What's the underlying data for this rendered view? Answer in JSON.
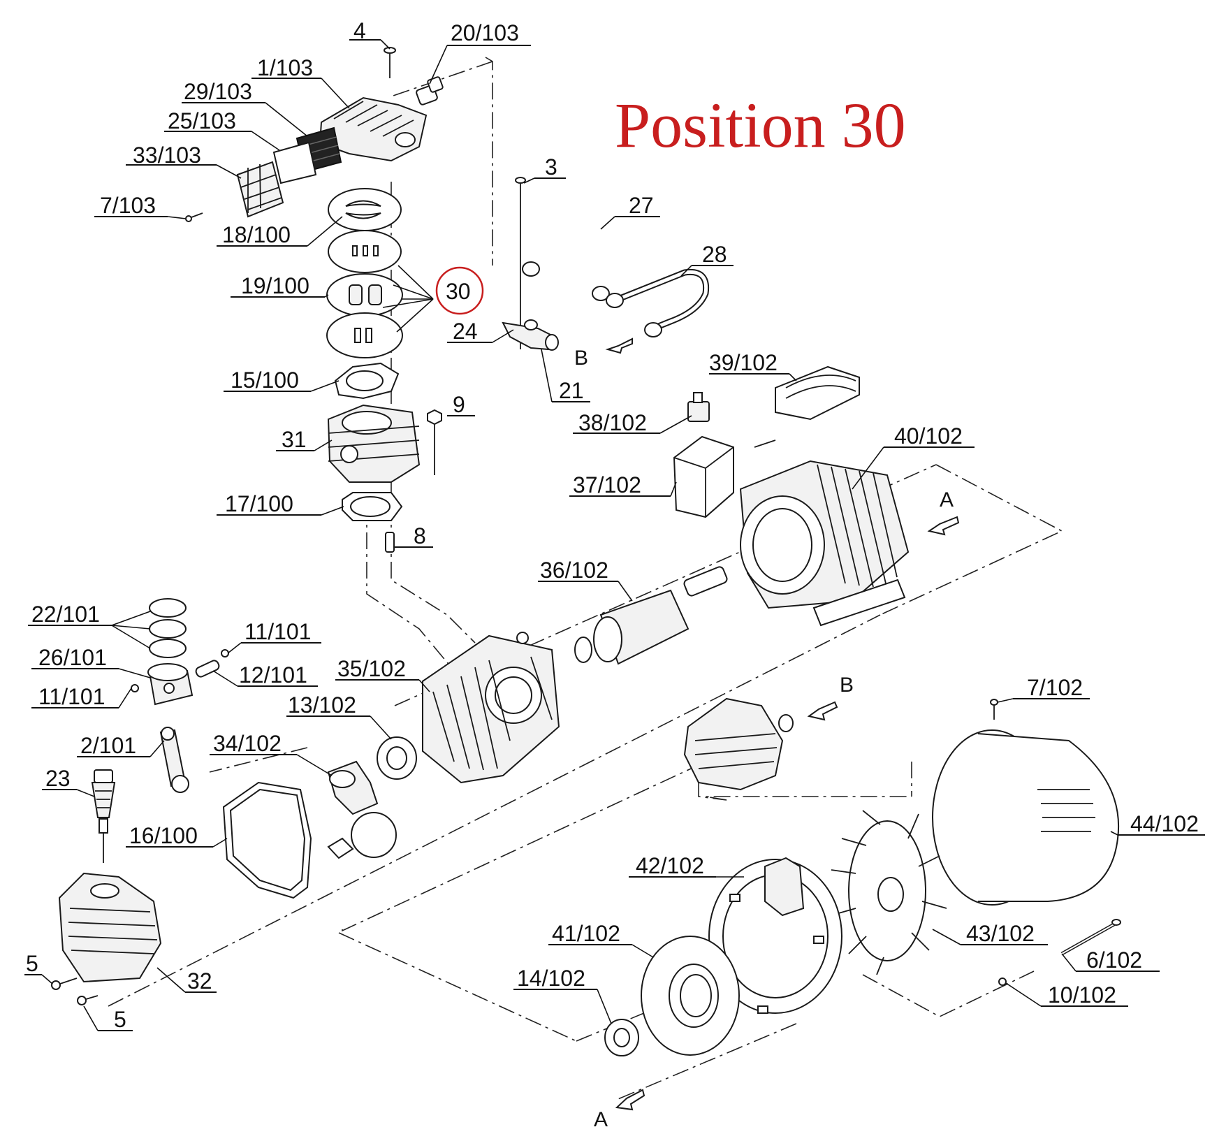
{
  "title": "Position 30",
  "highlighted_part": "30",
  "part_labels": {
    "p4": "4",
    "p20_103": "20/103",
    "p1_103": "1/103",
    "p29_103": "29/103",
    "p25_103": "25/103",
    "p33_103": "33/103",
    "p7_103": "7/103",
    "p18_100": "18/100",
    "p19_100": "19/100",
    "p30": "30",
    "p15_100": "15/100",
    "p31": "31",
    "p17_100": "17/100",
    "p8": "8",
    "p9": "9",
    "p3": "3",
    "p27": "27",
    "p28": "28",
    "p24": "24",
    "p21": "21",
    "p39_102": "39/102",
    "p38_102": "38/102",
    "p37_102": "37/102",
    "p40_102": "40/102",
    "p36_102": "36/102",
    "p22_101": "22/101",
    "p11_101a": "11/101",
    "p26_101": "26/101",
    "p12_101": "12/101",
    "p11_101b": "11/101",
    "p35_102": "35/102",
    "p13_102": "13/102",
    "p2_101": "2/101",
    "p34_102": "34/102",
    "p23": "23",
    "p16_100": "16/100",
    "p5a": "5",
    "p5b": "5",
    "p32": "32",
    "p7_102": "7/102",
    "p44_102": "44/102",
    "p42_102": "42/102",
    "p41_102": "41/102",
    "p43_102": "43/102",
    "p6_102": "6/102",
    "p14_102": "14/102",
    "p10_102": "10/102"
  },
  "flow_markers": {
    "a_top": "A",
    "a_bottom": "A",
    "b_top": "B",
    "b_mid": "B"
  },
  "colors": {
    "highlight": "#c81e1e",
    "line": "#111111"
  }
}
